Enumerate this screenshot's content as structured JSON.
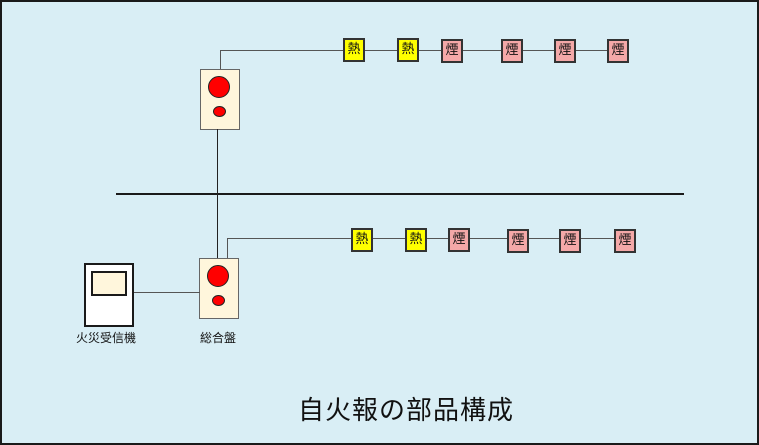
{
  "diagram": {
    "title": "自火報の部品構成",
    "colors": {
      "background": "#d9eef5",
      "heat_detector": "#ffff00",
      "smoke_detector": "#f4a8a8",
      "panel": "#fff6dc",
      "lamp": "#ff0000"
    },
    "receiver": {
      "label": "火災受信機"
    },
    "main_panel": {
      "label": "総合盤"
    },
    "upper_floor": {
      "detectors": [
        {
          "type": "heat",
          "glyph": "熱"
        },
        {
          "type": "heat",
          "glyph": "熱"
        },
        {
          "type": "smoke",
          "glyph": "煙"
        },
        {
          "type": "smoke",
          "glyph": "煙"
        },
        {
          "type": "smoke",
          "glyph": "煙"
        },
        {
          "type": "smoke",
          "glyph": "煙"
        }
      ]
    },
    "lower_floor": {
      "detectors": [
        {
          "type": "heat",
          "glyph": "熱"
        },
        {
          "type": "heat",
          "glyph": "熱"
        },
        {
          "type": "smoke",
          "glyph": "煙"
        },
        {
          "type": "smoke",
          "glyph": "煙"
        },
        {
          "type": "smoke",
          "glyph": "煙"
        },
        {
          "type": "smoke",
          "glyph": "煙"
        }
      ]
    }
  }
}
